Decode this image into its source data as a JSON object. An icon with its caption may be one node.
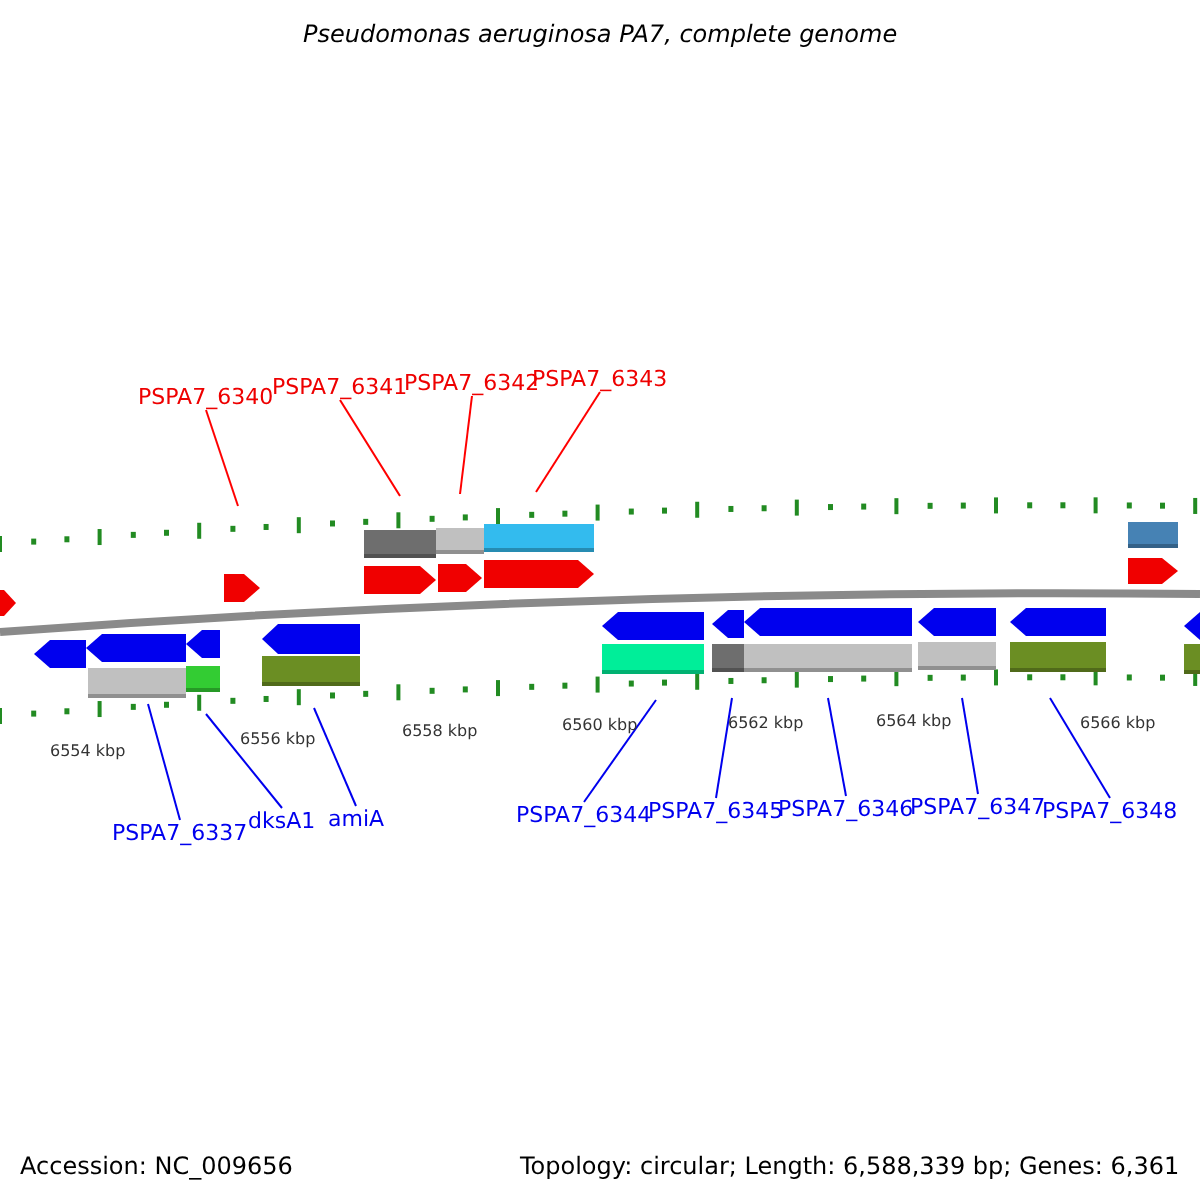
{
  "diagram": {
    "title": "Pseudomonas aeruginosa PA7, complete genome",
    "nodes": [
      {
        "text": [
          "PSPA7_6340"
        ]
      },
      {
        "text": [
          "PSPA7_6341"
        ]
      },
      {
        "text": [
          "PSPA7_6342"
        ]
      },
      {
        "text": [
          "PSPA7_6343"
        ]
      },
      {
        "text": [
          "PSPA7_6337"
        ]
      },
      {
        "text": [
          "dksA1"
        ]
      },
      {
        "text": [
          "amiA"
        ]
      },
      {
        "text": [
          "PSPA7_6344"
        ]
      },
      {
        "text": [
          "PSPA7_6345"
        ]
      },
      {
        "text": [
          "PSPA7_6346"
        ]
      },
      {
        "text": [
          "PSPA7_6347"
        ]
      },
      {
        "text": [
          "PSPA7_6348"
        ]
      }
    ],
    "edges": [
      {
        "from": 0,
        "to": null,
        "arrow": "none",
        "color": "#ff0000"
      },
      {
        "from": 1,
        "to": null,
        "arrow": "none",
        "color": "#ff0000"
      },
      {
        "from": 2,
        "to": null,
        "arrow": "none",
        "color": "#ff0000"
      },
      {
        "from": 3,
        "to": null,
        "arrow": "none",
        "color": "#ff0000"
      },
      {
        "from": 4,
        "to": null,
        "arrow": "none"
      },
      {
        "from": 5,
        "to": null,
        "arrow": "none"
      },
      {
        "from": 6,
        "to": null,
        "arrow": "none"
      },
      {
        "from": 7,
        "to": null,
        "arrow": "none"
      },
      {
        "from": 8,
        "to": null,
        "arrow": "none"
      },
      {
        "from": 9,
        "to": null,
        "arrow": "none"
      },
      {
        "from": 10,
        "to": null,
        "arrow": "none"
      },
      {
        "from": 11,
        "to": null,
        "arrow": "none"
      }
    ],
    "labels": [
      "6554 kbp",
      "6556 kbp",
      "6558 kbp",
      "6560 kbp",
      "6562 kbp",
      "6564 kbp",
      "6566 kbp",
      "Accession: NC_009656",
      "Topology: circular; Length: 6,588,339 bp; Genes: 6,361"
    ]
  }
}
